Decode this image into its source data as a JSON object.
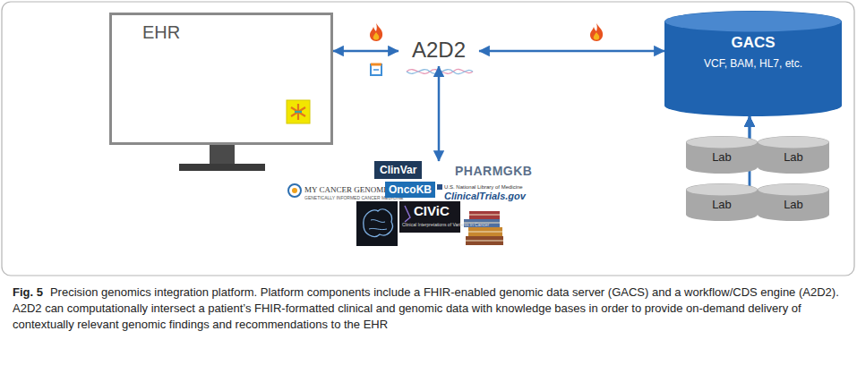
{
  "diagram": {
    "caption": "Precision genomics integration platform. Platform components include a FHIR-enabled genomic data server (GACS) and a workflow/CDS engine (A2D2). A2D2 can computationally intersect a patient’s FHIR-formatted clinical and genomic data with knowledge bases in order to provide on-demand delivery of contextually relevant genomic findings and recommendations to the EHR",
    "nodes": [
      {
        "text": [
          "EHR"
        ]
      },
      {
        "text": [
          "A2D2"
        ]
      },
      {
        "text": [
          "GACS",
          "VCF, BAM, HL7, etc."
        ]
      },
      {
        "text": [
          "Lab"
        ]
      },
      {
        "text": [
          "Lab"
        ]
      },
      {
        "text": [
          "Lab"
        ]
      },
      {
        "text": [
          "Lab"
        ]
      },
      {
        "text": [
          "ClinVar",
          "PHARMGKB",
          "MY CANCER GENOME",
          "GENETICALLY INFORMED CANCER MEDICINE",
          "OncoKB",
          "U.S. National Library of Medicine",
          "ClinicalTrials.gov",
          "CIViC",
          "Clinical Interpretations of Variants in Cancer"
        ]
      }
    ],
    "edges": [
      {
        "from": 0,
        "to": 1,
        "arrow": "both"
      },
      {
        "from": 1,
        "to": 2,
        "arrow": "both"
      },
      {
        "from": 1,
        "to": 7,
        "arrow": "both"
      },
      {
        "from": 3,
        "to": 2,
        "arrow": "to"
      },
      {
        "from": 4,
        "to": 2,
        "arrow": "to"
      },
      {
        "from": 5,
        "to": 2,
        "arrow": "to"
      },
      {
        "from": 6,
        "to": 2,
        "arrow": "to"
      }
    ],
    "labels": [
      "Fig. 5"
    ]
  }
}
